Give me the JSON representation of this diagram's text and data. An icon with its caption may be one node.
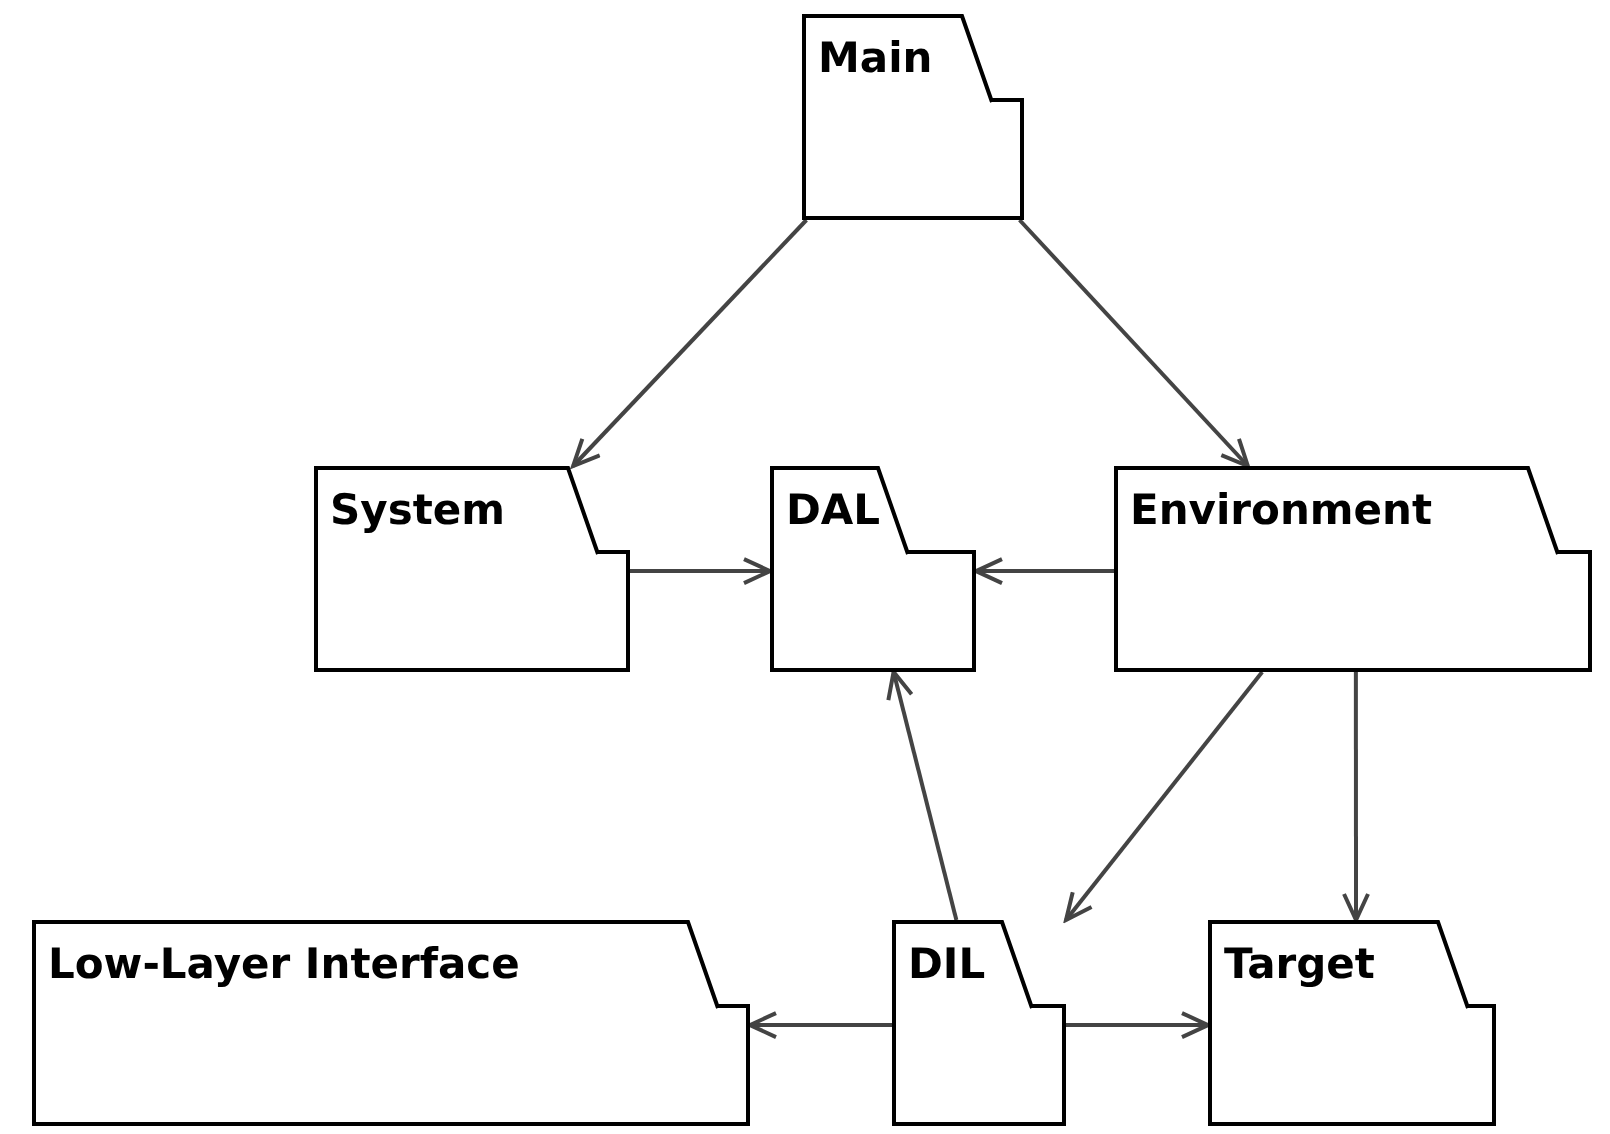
{
  "diagram": {
    "nodes": [
      {
        "text": [
          "Main"
        ]
      },
      {
        "text": [
          "System"
        ]
      },
      {
        "text": [
          "DAL"
        ]
      },
      {
        "text": [
          "Environment"
        ]
      },
      {
        "text": [
          "Low-Layer Interface"
        ]
      },
      {
        "text": [
          "DIL"
        ]
      },
      {
        "text": [
          "Target"
        ]
      }
    ],
    "edges": [
      {
        "from": 0,
        "to": 1,
        "arrow": "to"
      },
      {
        "from": 0,
        "to": 3,
        "arrow": "to"
      },
      {
        "from": 1,
        "to": 2,
        "arrow": "to"
      },
      {
        "from": 3,
        "to": 2,
        "arrow": "to"
      },
      {
        "from": 3,
        "to": 5,
        "arrow": "to"
      },
      {
        "from": 3,
        "to": 6,
        "arrow": "to"
      },
      {
        "from": 5,
        "to": 2,
        "arrow": "to"
      },
      {
        "from": 5,
        "to": 4,
        "arrow": "to"
      },
      {
        "from": 5,
        "to": 6,
        "arrow": "to"
      }
    ]
  }
}
